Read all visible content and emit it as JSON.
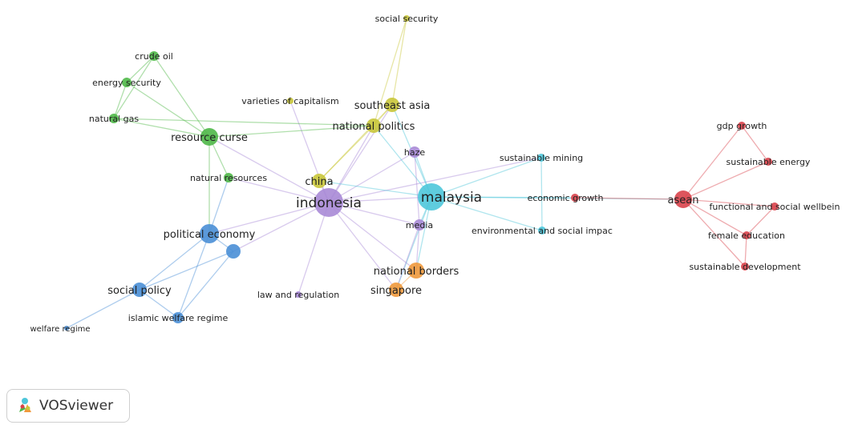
{
  "clusters": {
    "red": "#d9434b",
    "green": "#4fb848",
    "blue": "#4a8fd6",
    "yellow": "#c9c73a",
    "purple": "#a98ad6",
    "cyan": "#4ec6da",
    "orange": "#f0993c"
  },
  "nodes": [
    {
      "id": "indonesia",
      "label": "indonesia",
      "cluster": "purple"
    },
    {
      "id": "malaysia",
      "label": "malaysia",
      "cluster": "cyan"
    },
    {
      "id": "asean",
      "label": "asean",
      "cluster": "red"
    },
    {
      "id": "china",
      "label": "china",
      "cluster": "yellow"
    },
    {
      "id": "southeast_asia",
      "label": "southeast asia",
      "cluster": "yellow"
    },
    {
      "id": "national_politics",
      "label": "national politics",
      "cluster": "yellow"
    },
    {
      "id": "varieties_capitalism",
      "label": "varieties of capitalism",
      "cluster": "yellow"
    },
    {
      "id": "social_security",
      "label": "social security",
      "cluster": "yellow"
    },
    {
      "id": "resource_curse",
      "label": "resource curse",
      "cluster": "green"
    },
    {
      "id": "crude_oil",
      "label": "crude oil",
      "cluster": "green"
    },
    {
      "id": "energy_security",
      "label": "energy security",
      "cluster": "green"
    },
    {
      "id": "natural_gas",
      "label": "natural gas",
      "cluster": "green"
    },
    {
      "id": "natural_resources",
      "label": "natural resources",
      "cluster": "green"
    },
    {
      "id": "political_economy",
      "label": "political economy",
      "cluster": "blue"
    },
    {
      "id": "blue_unlabeled",
      "label": "",
      "cluster": "blue"
    },
    {
      "id": "social_policy",
      "label": "social policy",
      "cluster": "blue"
    },
    {
      "id": "islamic_welfare",
      "label": "islamic welfare regime",
      "cluster": "blue"
    },
    {
      "id": "welfare_regime",
      "label": "welfare regime",
      "cluster": "blue"
    },
    {
      "id": "haze",
      "label": "haze",
      "cluster": "purple"
    },
    {
      "id": "media",
      "label": "media",
      "cluster": "purple"
    },
    {
      "id": "law_regulation",
      "label": "law and regulation",
      "cluster": "purple"
    },
    {
      "id": "national_borders",
      "label": "national borders",
      "cluster": "orange"
    },
    {
      "id": "singapore",
      "label": "singapore",
      "cluster": "orange"
    },
    {
      "id": "sustainable_mining",
      "label": "sustainable mining",
      "cluster": "cyan"
    },
    {
      "id": "env_social_impact",
      "label": "environmental and social impac",
      "cluster": "cyan"
    },
    {
      "id": "economic_growth",
      "label": "economic growth",
      "cluster": "red"
    },
    {
      "id": "gdp_growth",
      "label": "gdp growth",
      "cluster": "red"
    },
    {
      "id": "sustainable_energy",
      "label": "sustainable energy",
      "cluster": "red"
    },
    {
      "id": "functional_social",
      "label": "functional and social wellbein",
      "cluster": "red"
    },
    {
      "id": "female_education",
      "label": "female education",
      "cluster": "red"
    },
    {
      "id": "sustainable_development",
      "label": "sustainable development",
      "cluster": "red"
    }
  ],
  "links": [
    [
      "indonesia",
      "malaysia"
    ],
    [
      "indonesia",
      "china"
    ],
    [
      "indonesia",
      "southeast_asia"
    ],
    [
      "indonesia",
      "national_politics"
    ],
    [
      "indonesia",
      "resource_curse"
    ],
    [
      "indonesia",
      "natural_resources"
    ],
    [
      "indonesia",
      "political_economy"
    ],
    [
      "indonesia",
      "haze"
    ],
    [
      "indonesia",
      "media"
    ],
    [
      "indonesia",
      "law_regulation"
    ],
    [
      "indonesia",
      "national_borders"
    ],
    [
      "indonesia",
      "singapore"
    ],
    [
      "indonesia",
      "sustainable_mining"
    ],
    [
      "indonesia",
      "varieties_capitalism"
    ],
    [
      "indonesia",
      "blue_unlabeled"
    ],
    [
      "malaysia",
      "southeast_asia"
    ],
    [
      "malaysia",
      "national_politics"
    ],
    [
      "malaysia",
      "haze"
    ],
    [
      "malaysia",
      "media"
    ],
    [
      "malaysia",
      "national_borders"
    ],
    [
      "malaysia",
      "singapore"
    ],
    [
      "malaysia",
      "sustainable_mining"
    ],
    [
      "malaysia",
      "env_social_impact"
    ],
    [
      "malaysia",
      "asean"
    ],
    [
      "malaysia",
      "economic_growth"
    ],
    [
      "malaysia",
      "china"
    ],
    [
      "asean",
      "gdp_growth"
    ],
    [
      "asean",
      "sustainable_energy"
    ],
    [
      "asean",
      "functional_social"
    ],
    [
      "asean",
      "female_education"
    ],
    [
      "asean",
      "sustainable_development"
    ],
    [
      "asean",
      "economic_growth"
    ],
    [
      "gdp_growth",
      "sustainable_energy"
    ],
    [
      "functional_social",
      "female_education"
    ],
    [
      "female_education",
      "sustainable_development"
    ],
    [
      "southeast_asia",
      "social_security"
    ],
    [
      "national_politics",
      "social_security"
    ],
    [
      "southeast_asia",
      "national_politics"
    ],
    [
      "china",
      "national_politics"
    ],
    [
      "china",
      "southeast_asia"
    ],
    [
      "resource_curse",
      "crude_oil"
    ],
    [
      "resource_curse",
      "energy_security"
    ],
    [
      "resource_curse",
      "natural_gas"
    ],
    [
      "crude_oil",
      "energy_security"
    ],
    [
      "crude_oil",
      "natural_gas"
    ],
    [
      "energy_security",
      "natural_gas"
    ],
    [
      "resource_curse",
      "natural_resources"
    ],
    [
      "resource_curse",
      "political_economy"
    ],
    [
      "resource_curse",
      "national_politics"
    ],
    [
      "natural_gas",
      "national_politics"
    ],
    [
      "political_economy",
      "blue_unlabeled"
    ],
    [
      "political_economy",
      "social_policy"
    ],
    [
      "political_economy",
      "islamic_welfare"
    ],
    [
      "social_policy",
      "islamic_welfare"
    ],
    [
      "social_policy",
      "welfare_regime"
    ],
    [
      "blue_unlabeled",
      "social_policy"
    ],
    [
      "blue_unlabeled",
      "islamic_welfare"
    ],
    [
      "political_economy",
      "natural_resources"
    ],
    [
      "haze",
      "media"
    ],
    [
      "national_borders",
      "singapore"
    ],
    [
      "media",
      "national_borders"
    ],
    [
      "media",
      "singapore"
    ],
    [
      "sustainable_mining",
      "env_social_impact"
    ]
  ],
  "watermark": {
    "text": "VOSviewer",
    "icon": "vosviewer-logo-icon"
  }
}
